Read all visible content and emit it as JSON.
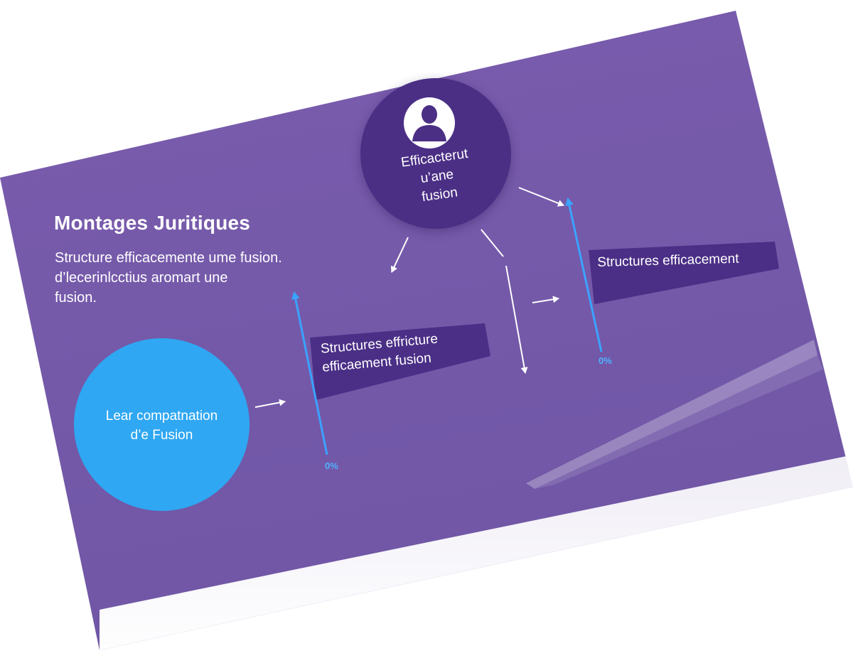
{
  "slide": {
    "title": "Montages Juritiques",
    "description": [
      "Structure efficacemente ume fusion.",
      "d’lecerinlcctius aromart une",
      "fusion."
    ]
  },
  "nodes": {
    "top": {
      "label": [
        "Efficacterut",
        "u’ane",
        "fusion"
      ],
      "icon": "person-icon"
    },
    "left": {
      "label": [
        "Lear compatnation",
        "d’e Fusion"
      ]
    }
  },
  "banners": {
    "a": [
      "Structures effricture",
      "efficaement fusion"
    ],
    "b": "Structures efficacement"
  },
  "indicators": {
    "a": "0%",
    "b": "0%"
  },
  "colors": {
    "background": "#7459a9",
    "node_dark": "#4b2f85",
    "node_blue": "#2fa7f2",
    "banner": "#4b2f86",
    "indicator_line": "#3aa3ff"
  }
}
